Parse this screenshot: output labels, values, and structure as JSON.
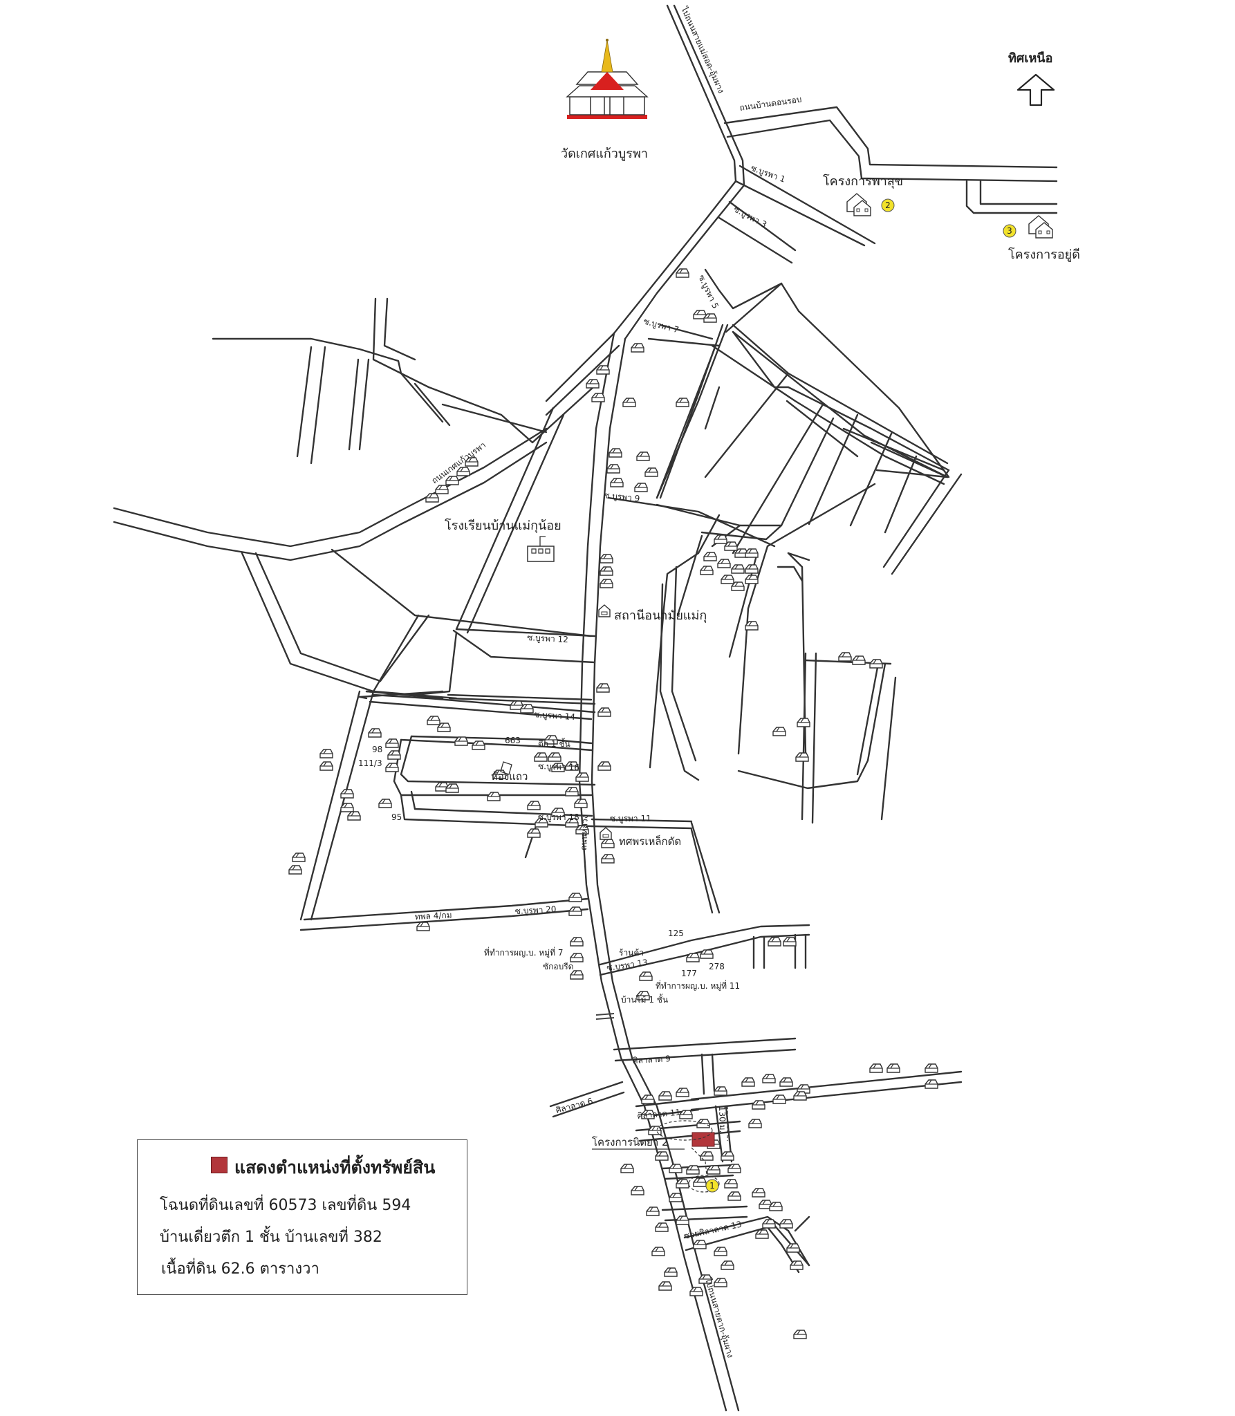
{
  "compass": {
    "label": "ทิศเหนือ"
  },
  "landmarks": {
    "temple": "วัดเกศแก้วบูรพา",
    "school": "โรงเรียนบ้านแม่กุน้อย",
    "health_station": "สถานีอนามัยแม่กุ",
    "project_pasuk": "โครงการพาสุข",
    "project_yudee": "โครงการอยู่ดี",
    "project_nitaya": "โครงการนิตยา 2",
    "row_house": "ห้องแถว",
    "steel_shop": "ทศพรเหล็กดัด",
    "shop": "ร้านค้า",
    "laundry": "ซักอบรีด",
    "office_7": "ที่ทำการผญ.บ. หมู่ที่ 7",
    "office_11": "ที่ทำการผญ.บ. หมู่ที่ 11",
    "wood_house": "บ้านไม้ 1 ชั้น",
    "brick_house": "ตึก 1 ชั้น"
  },
  "markers": {
    "m1": "1",
    "m2": "2",
    "m3": "3"
  },
  "roads": {
    "main_north": "ไปถนนสายแม่สอด-อุ้มผาง",
    "main_south": "ไปถนนสายตาก-อุ้มผาง",
    "ban_dong": "ถนนบ้านดอนรอบ",
    "kesakaew": "ถนนเกศแก้วบูรพา",
    "main_vertical": "ถนนหลวง",
    "burapha_1": "ซ.บูรพา 1",
    "burapha_3": "ซ.บูรพา 3",
    "burapha_5": "ซ.บูรพา 5",
    "burapha_7": "ซ.บูรพา 7",
    "burapha_9": "ซ.บูรพา 9",
    "burapha_11": "ซ.บูรพา 11",
    "burapha_12": "ซ.บูรพา 12",
    "burapha_13": "ซ.บูรพา 13",
    "burapha_14": "ซ.บูรพา 14",
    "burapha_16": "ซ.บูรพา 16",
    "burapha_18": "ซ.บูรพา 18",
    "burapha_20": "ซ.บูรพา 20",
    "highway": "ทพล 4/กม",
    "sila_6": "ศิลาลาด 6",
    "sila_9": "ศิลาลาด 9",
    "sila_11": "ศิลาลาด 11",
    "sila_13": "ซอยศิลาลาด 13",
    "distance": "130 ม."
  },
  "house_numbers": {
    "h663": "663",
    "h98": "98",
    "h111": "111/3",
    "h95": "95",
    "h125": "125",
    "h177": "177",
    "h278": "278"
  },
  "legend": {
    "title": "แสดงตำแหน่งที่ตั้งทรัพย์สิน",
    "line1": "โฉนดที่ดินเลขที่ 60573 เลขที่ดิน  594",
    "line2": "บ้านเดี่ยวตึก 1 ชั้น  บ้านเลขที่  382",
    "line3": "เนื้อที่ดิน 62.6  ตารางวา"
  },
  "colors": {
    "property": "#b2363b",
    "marker": "#f2e22a",
    "temple_roof": "#d8201f",
    "temple_gold": "#e8b91c"
  }
}
